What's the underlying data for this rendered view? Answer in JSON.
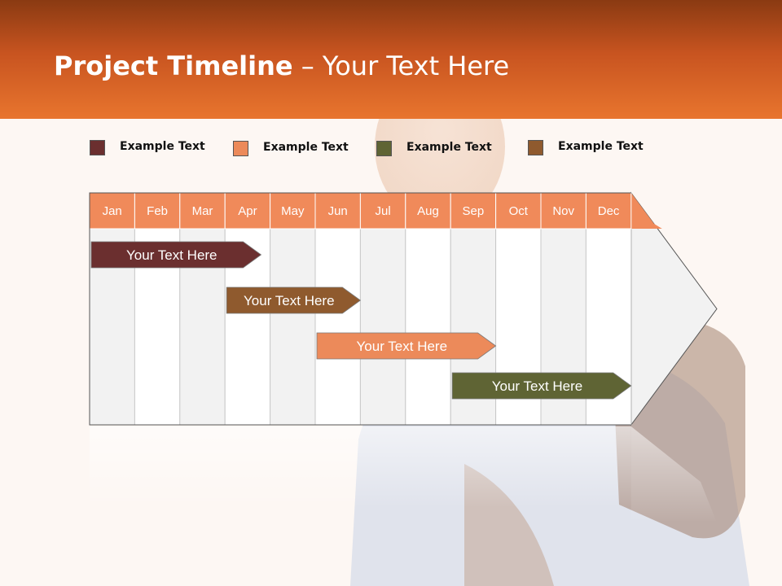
{
  "header": {
    "title_bold": "Project Timeline",
    "title_rest": " – Your Text Here"
  },
  "legend": [
    {
      "label": "Example Text",
      "color": "#6b2f2f"
    },
    {
      "label": "Example Text",
      "color": "#ec8a5a"
    },
    {
      "label": "Example Text",
      "color": "#5f6434"
    },
    {
      "label": "Example Text",
      "color": "#8f5a2e"
    }
  ],
  "chart_data": {
    "type": "gantt",
    "months": [
      "Jan",
      "Feb",
      "Mar",
      "Apr",
      "May",
      "Jun",
      "Jul",
      "Aug",
      "Sep",
      "Oct",
      "Nov",
      "Dec"
    ],
    "tasks": [
      {
        "label": "Your  Text Here",
        "start": 0,
        "end": 3.8,
        "color": "#6b2f2f"
      },
      {
        "label": "Your  Text Here",
        "start": 3.0,
        "end": 6.0,
        "color": "#8f5a2e"
      },
      {
        "label": "Your  Text Here",
        "start": 5.0,
        "end": 9.0,
        "color": "#ec8a5a"
      },
      {
        "label": "Your  Text Here",
        "start": 8.0,
        "end": 12.0,
        "color": "#5f6434"
      }
    ],
    "header_color": "#f08a5a"
  }
}
